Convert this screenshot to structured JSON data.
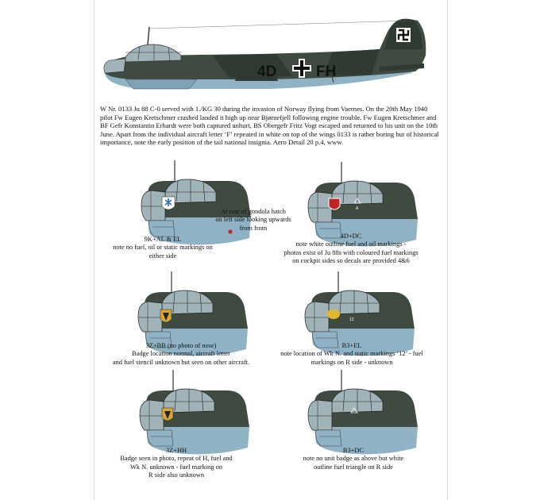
{
  "aircraft": {
    "code_left": "4D",
    "code_right": "FH"
  },
  "intro_text": "W Nr. 0133 Ju 88 C-0 served with 1./KG 30 during the invasion of Norway flying from Vaernes. On the 20th May 1940 pilot Fw Eugen Kretschmer crashed landed it high up near Bjørnefjell following engine trouble. Fw Eugen Kretschmer and BF Gefr Konstantin Erhardt were both captured unhurt, BS Obergefr Fritz Vogt escaped and returned to his unit on the 10th June. Apart from the individual aircraft letter ‘F’ repeated in white on top of the wings 0133 is rather boring but of historical importance, note the early position of the tail national insignia. Aero Detail 20 p.4, www.",
  "gondola_note": [
    "At rear of gondola hatch",
    "on left side looking upwards",
    "from from"
  ],
  "noses": [
    {
      "code": "9K+AL & EL",
      "lines": [
        "note no fuel, oil or static markings on",
        "either side"
      ]
    },
    {
      "code": "4D+DC",
      "lines": [
        "note white outline fuel and oil markings -",
        "photos exist of Ju 88s with coloured fuel markings",
        "on cockpit sides so decals are provided 4&6"
      ]
    },
    {
      "code": "3Z+BB (no photo of nose)",
      "lines": [
        "Badge location normal, aircraft letter",
        "and fuel stencil unknown but seen on other aircraft."
      ]
    },
    {
      "code": "B3+EL",
      "lines": [
        "note location of Wk N. and static markings ‘12’ - fuel",
        "markings on R side - unknown"
      ]
    },
    {
      "code": "3Z+HH",
      "lines": [
        "Badge seen in photo, repeat of H, fuel and",
        "Wk N. unknown - fuel marking on",
        "R side also unknown"
      ]
    },
    {
      "code": "B3+DC",
      "lines": [
        "note no unit badge as above but white",
        "outline fuel triangle on R side"
      ]
    }
  ],
  "colors": {
    "upper_green": "#3f4a40",
    "dark_green": "#2f3a33",
    "light_blue": "#8fb2c4",
    "glazing": "#9fb3b8",
    "marker_red": "#c0251f"
  }
}
